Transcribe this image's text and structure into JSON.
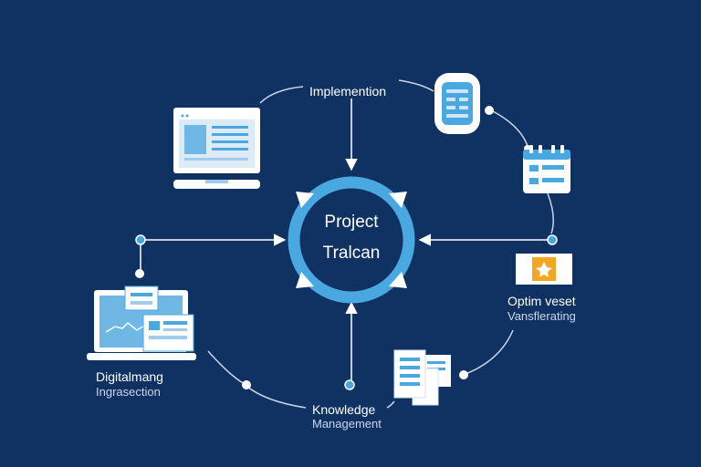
{
  "center": {
    "line1": "Project",
    "line2": "Tralcan"
  },
  "nodes": {
    "top": {
      "label": "Implemention"
    },
    "right": {
      "title": "Optim veset",
      "subtitle": "Vansflerating"
    },
    "bottom": {
      "title": "Knowledge",
      "subtitle": "Management"
    },
    "left": {
      "title": "Digitalmang",
      "subtitle": "Ingrasection"
    }
  },
  "colors": {
    "background": "#0f3263",
    "ring": "#4aa8e0",
    "line": "#d0dcec",
    "panel": "#ffffff",
    "panel_fill": "#6fb8e6",
    "accent": "#f4a623"
  }
}
